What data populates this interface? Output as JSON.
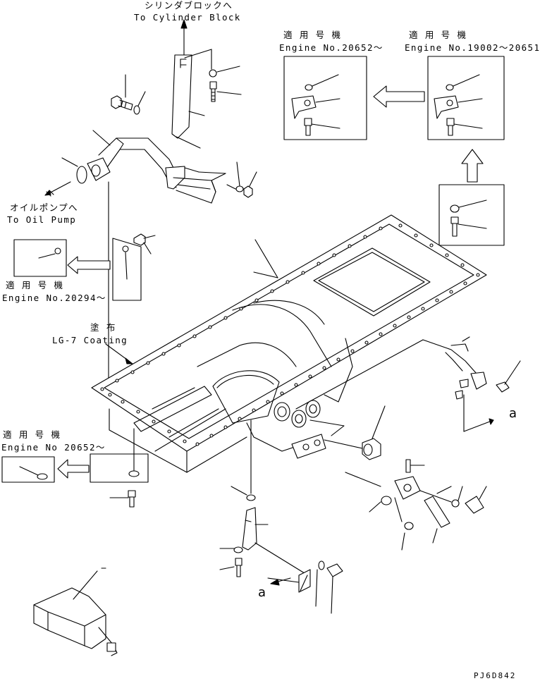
{
  "labels": {
    "to_cylinder_block_jp": "シリンダブロックへ",
    "to_cylinder_block_en": "To Cylinder Block",
    "to_oil_pump_jp": "オイルポンプへ",
    "to_oil_pump_en": "To Oil Pump",
    "coating_jp": "塗 布",
    "coating_en": "LG-7 Coating",
    "applicable_jp": "適 用 号 機",
    "engine_20652_a": "Engine No.20652～",
    "engine_19002_20651": "Engine No.19002～20651",
    "engine_20294": "Engine No.20294～",
    "engine_20652_b": "Engine No 20652～",
    "ref_mark_a": "a",
    "drawing_code": "PJ6D842"
  }
}
